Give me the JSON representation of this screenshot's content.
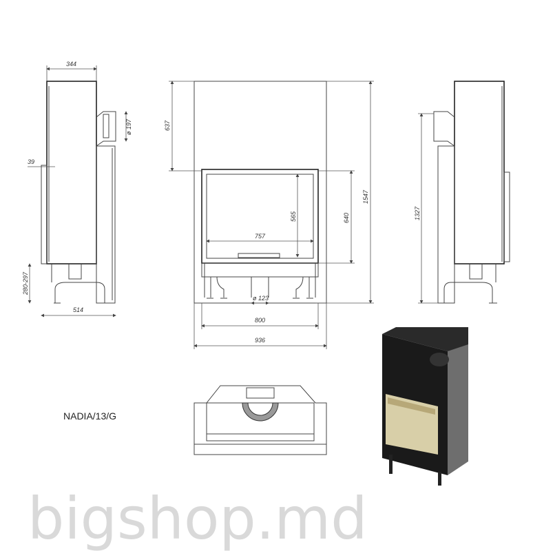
{
  "model": "NADIA/13/G",
  "watermark": "bigshop.md",
  "side_view_left": {
    "width": "344",
    "flue_diameter": "ø 197",
    "front_offset": "39",
    "leg_height": "280-297",
    "depth": "514"
  },
  "front_view": {
    "upper_height": "637",
    "glass_height": "565",
    "door_height": "640",
    "total_height": "1547",
    "glass_width": "757",
    "air_inlet_diameter": "ø 123",
    "body_width": "800",
    "total_width": "936"
  },
  "side_view_right": {
    "height": "1327"
  },
  "colors": {
    "line": "#444444",
    "watermark": "#d9d9d9",
    "glass": "#d8cfa8",
    "body": "#1a1a1a"
  }
}
